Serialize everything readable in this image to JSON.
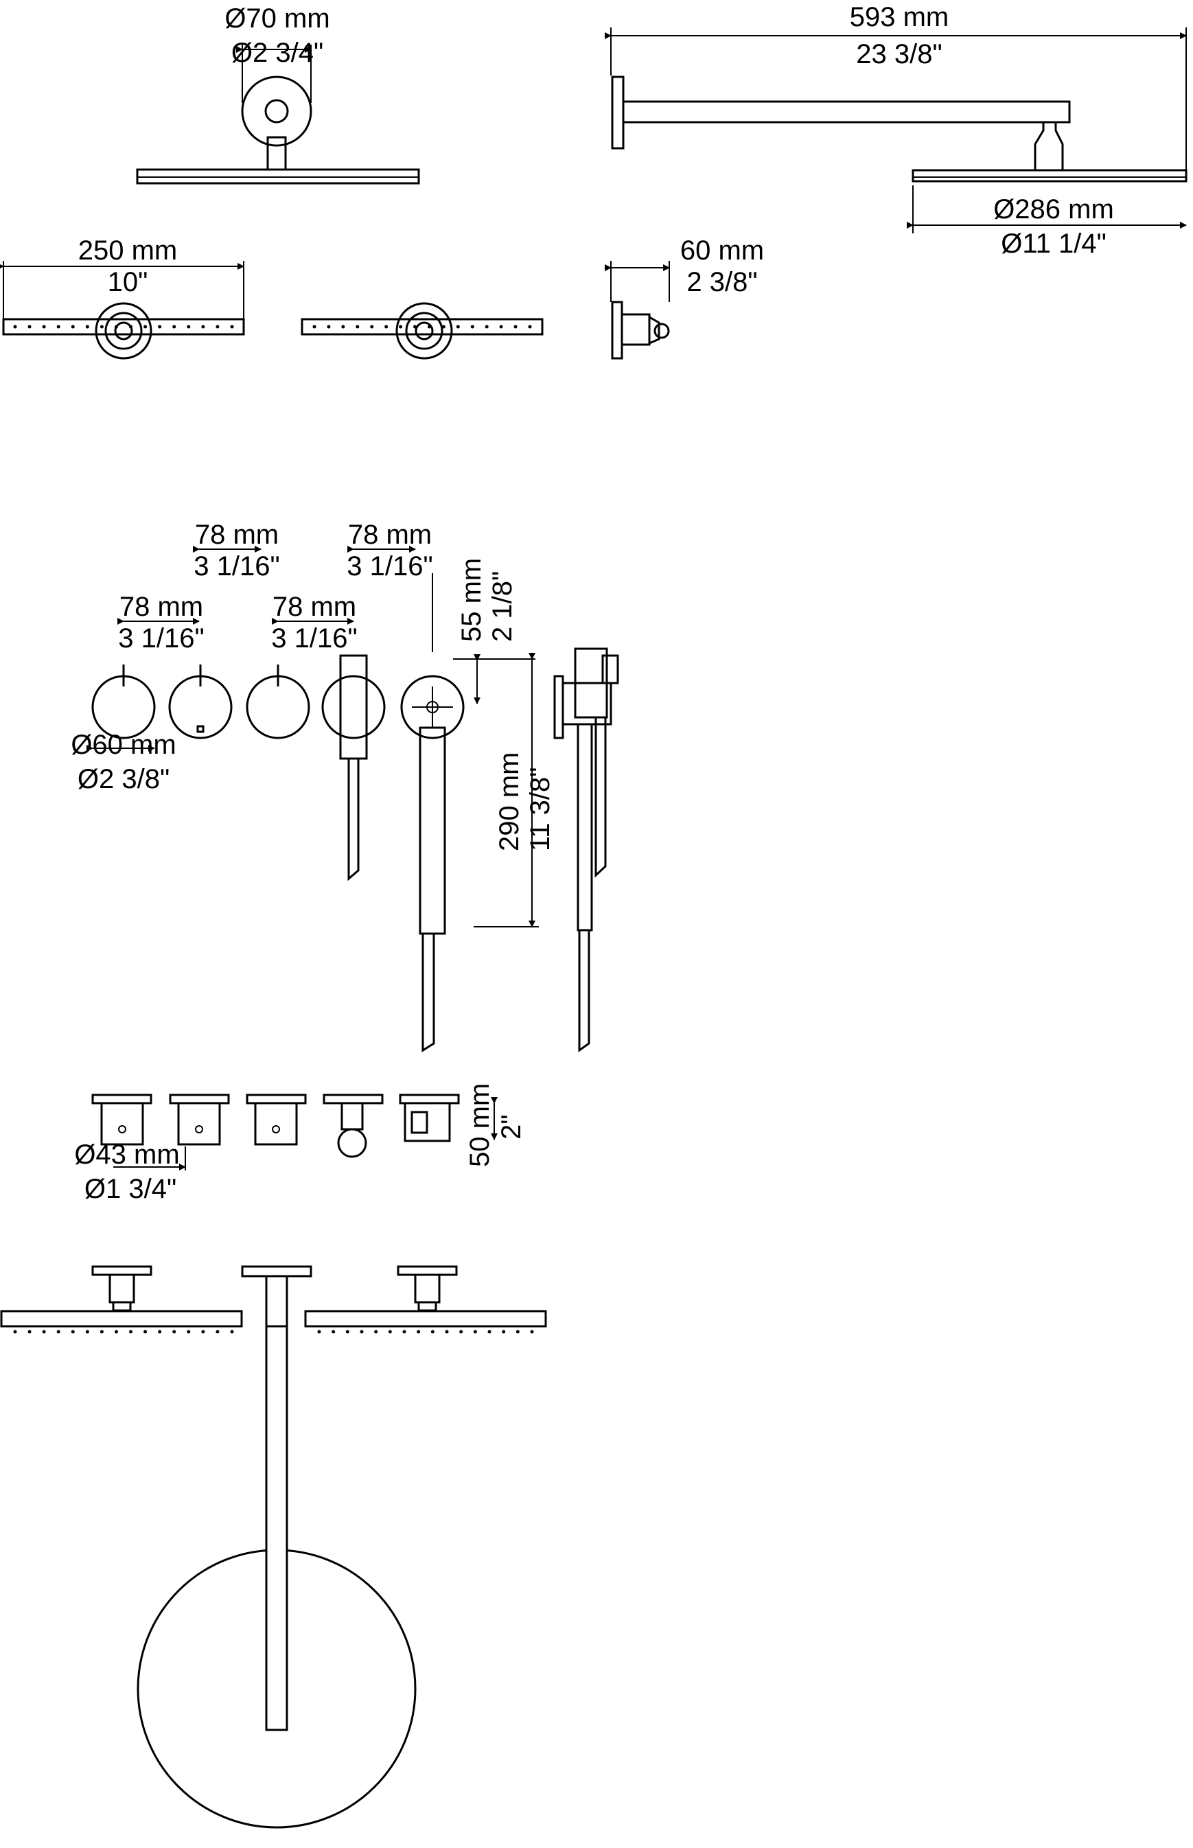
{
  "dims": {
    "head_flange_dia_mm": "Ø70 mm",
    "head_flange_dia_in": "Ø2 3/4\"",
    "arm_length_mm": "593 mm",
    "arm_length_in": "23 3/8\"",
    "head_dia_mm": "Ø286 mm",
    "head_dia_in": "Ø11 1/4\"",
    "head_width_mm": "250 mm",
    "head_width_in": "10\"",
    "head_thick_mm": "60 mm",
    "head_thick_in": "2 3/8\"",
    "spacing_a_mm": "78 mm",
    "spacing_a_in": "3 1/16\"",
    "spacing_b_mm": "78 mm",
    "spacing_b_in": "3 1/16\"",
    "spacing_c_mm": "78 mm",
    "spacing_c_in": "3 1/16\"",
    "spacing_d_mm": "78 mm",
    "spacing_d_in": "3 1/16\"",
    "hand_shower_dia_mm": "55 mm",
    "hand_shower_dia_in": "2 1/8\"",
    "handle_dia_mm": "Ø60 mm",
    "handle_dia_in": "Ø2 3/8\"",
    "hand_shower_len_mm": "290 mm",
    "hand_shower_len_in": "11 3/8\"",
    "valve_dia_mm": "Ø43 mm",
    "valve_dia_in": "Ø1 3/4\"",
    "valve_depth_mm": "50 mm",
    "valve_depth_in": "2\""
  }
}
